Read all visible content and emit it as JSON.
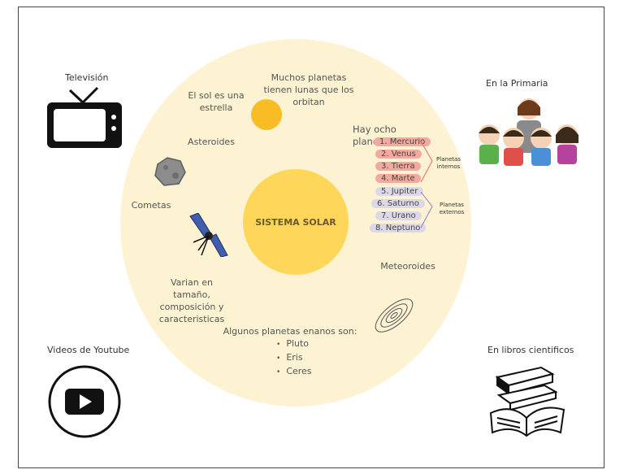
{
  "corners": {
    "tv": "Televisión",
    "primaria": "En la Primaria",
    "youtube": "Videos de Youtube",
    "libros": "En libros cientificos"
  },
  "center": "SISTEMA SOLAR",
  "facts": {
    "sol": "El sol es una estrella",
    "lunas": "Muchos planetas tienen lunas que los orbitan",
    "asteroides": "Asteroides",
    "cometas": "Cometas",
    "meteoroides": "Meteoroides",
    "varian": "Varian en tamaño, composición y caracteristicas"
  },
  "planets": {
    "heading": "Hay ocho planetas:",
    "inner": [
      "1. Mercurio",
      "2. Venus",
      "3. Tierra",
      "4. Marte"
    ],
    "outer": [
      "5. Jupiter",
      "6. Saturno",
      "7. Urano",
      "8. Neptuno"
    ],
    "inner_label": "Planetas internos",
    "outer_label": "Planetas externos"
  },
  "dwarf": {
    "heading": "Algunos planetas enanos son:",
    "items": [
      "Pluto",
      "Eris",
      "Ceres"
    ]
  },
  "colors": {
    "circle": "#fdf3d3",
    "core": "#fdd65a",
    "sun": "#f8bd25",
    "inner": "#f4a9a0",
    "outer": "#dcd8e8"
  }
}
